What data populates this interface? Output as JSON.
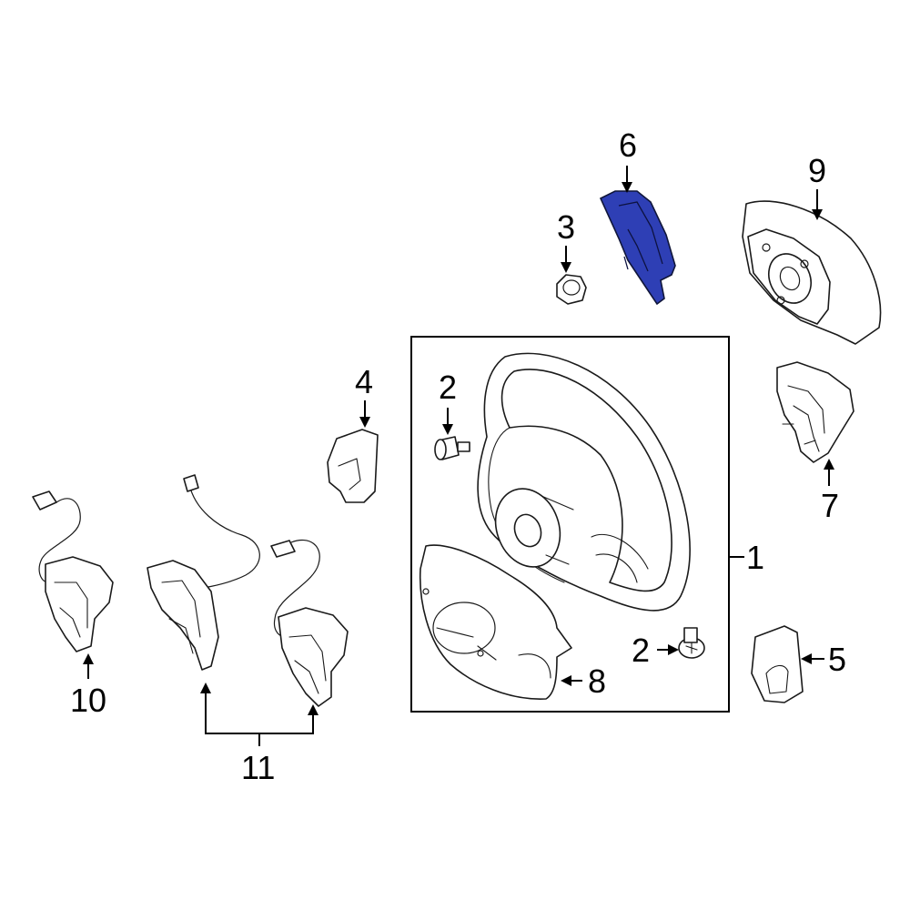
{
  "diagram": {
    "callouts": {
      "steering_wheel": "1",
      "screw_upper": "2",
      "screw_lower": "2",
      "nut": "3",
      "bracket": "4",
      "switch_cover": "5",
      "trim_cover_highlighted": "6",
      "switch_right": "7",
      "lower_cover": "8",
      "airbag_module": "9",
      "switch_left_10": "10",
      "switch_pair_11": "11"
    },
    "colors": {
      "highlight": "#2e3fb5",
      "line": "#1a1a1a",
      "background": "#ffffff"
    }
  }
}
